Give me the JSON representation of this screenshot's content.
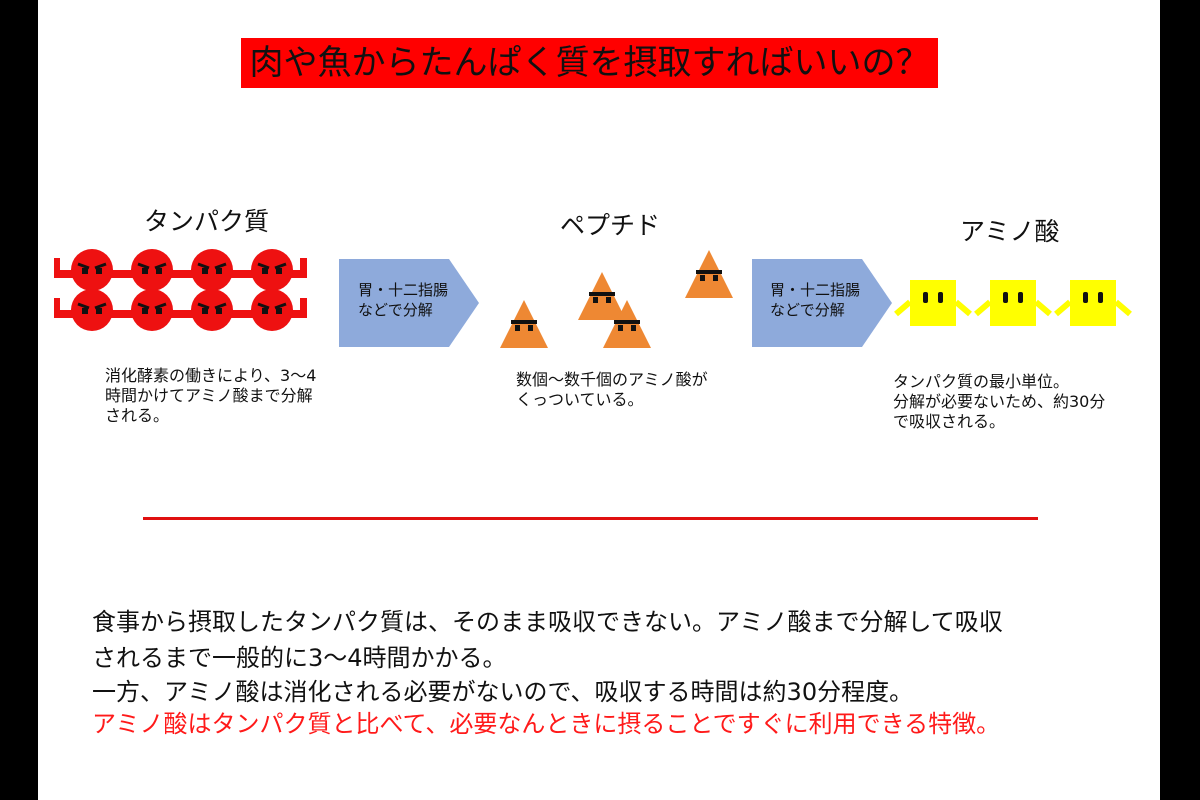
{
  "title": "肉や魚からたんぱく質を摂取すればいいの？",
  "stages": [
    {
      "label": "タンパク質",
      "description": "消化酵素の働きにより、3〜4\n時間かけてアミノ酸まで分解\nされる。"
    },
    {
      "label": "ペプチド",
      "description": "数個〜数千個のアミノ酸が\nくっついている。"
    },
    {
      "label": "アミノ酸",
      "description": "タンパク質の最小単位。\n分解が必要ないため、約30分\nで吸収される。"
    }
  ],
  "arrows": [
    {
      "text": "胃・十二指腸\nなどで分解"
    },
    {
      "text": "胃・十二指腸\nなどで分解"
    }
  ],
  "summary": [
    "食事から摂取したタンパク質は、そのまま吸収できない。アミノ酸まで分解して吸収",
    "されるまで一般的に3〜4時間かかる。",
    "一方、アミノ酸は消化される必要がないので、吸収する時間は約30分程度。",
    "アミノ酸はタンパク質と比べて、必要なんときに摂ることですぐに利用できる特徴。"
  ],
  "colors": {
    "title_bg": "#ff0000",
    "protein": "#ee1111",
    "peptide": "#ee8833",
    "amino": "#ffff00",
    "arrow": "#8eaadb",
    "divider": "#e01010",
    "highlight_text": "#ff1a1a"
  }
}
